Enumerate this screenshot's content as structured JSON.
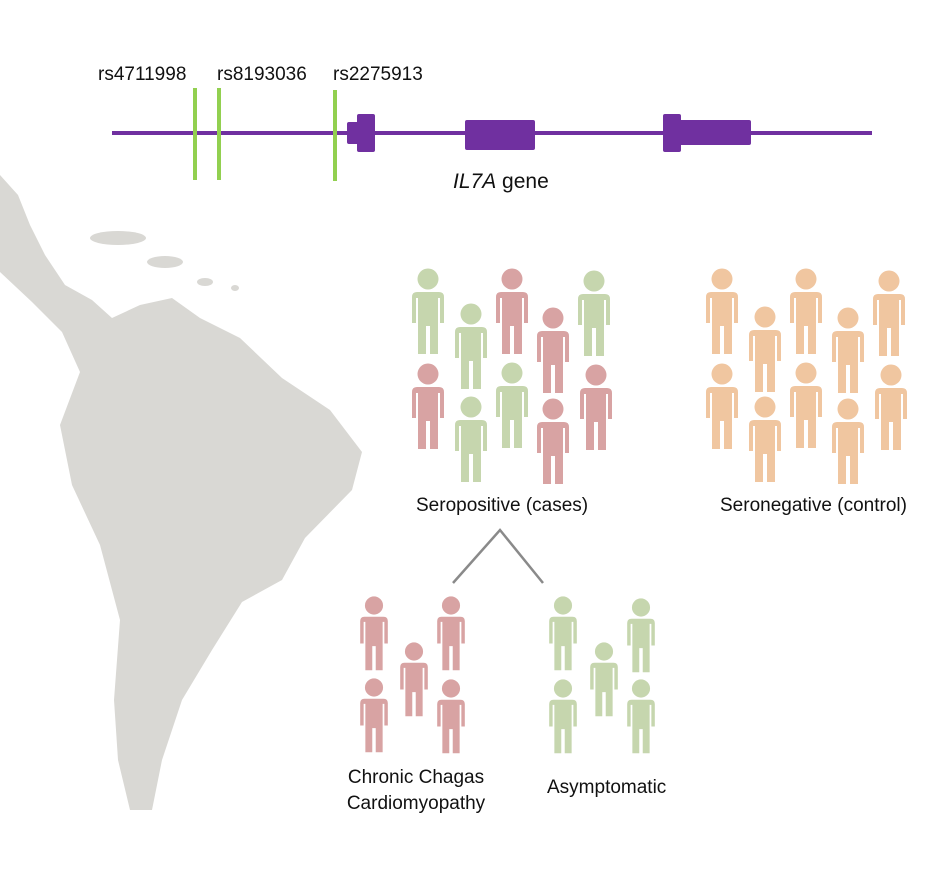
{
  "gene": {
    "snps": [
      "rs4711998",
      "rs8193036",
      "rs2275913"
    ],
    "name": "IL7A",
    "suffix": " gene"
  },
  "groups": {
    "seropositive": "Seropositive (cases)",
    "seronegative": "Seronegative (control)",
    "ccc_line1": "Chronic Chagas",
    "ccc_line2": "Cardiomyopathy",
    "asymptomatic": "Asymptomatic"
  },
  "colors": {
    "gene": "#7030a0",
    "snp": "#92d050",
    "case_red": "#d8a3a3",
    "case_green": "#c6d6ae",
    "control": "#f0c6a0",
    "map": "#d9d8d4"
  }
}
